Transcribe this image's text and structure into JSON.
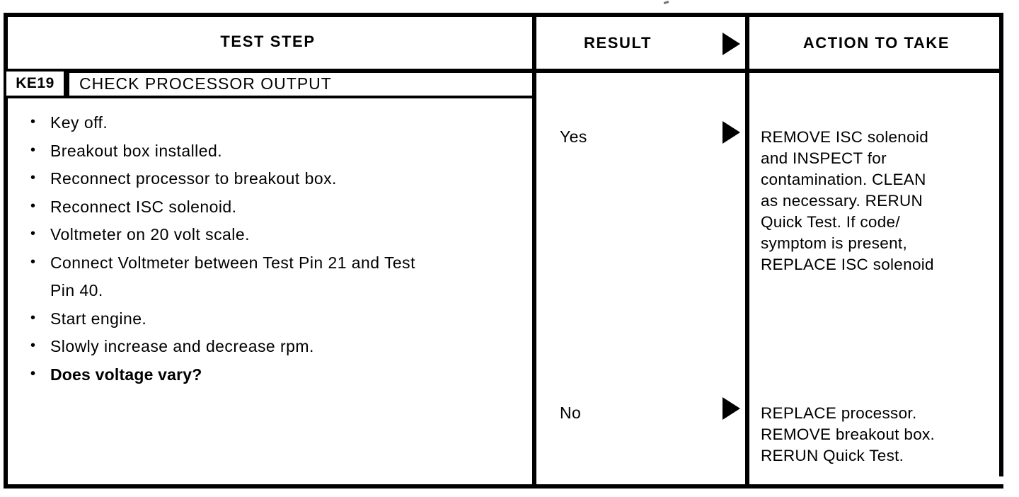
{
  "document": {
    "type": "diagnostic-test-step-table"
  },
  "headers": {
    "test_step": "TEST STEP",
    "result": "RESULT",
    "action_to_take": "ACTION TO TAKE",
    "result_arrow_icon": "right-triangle-arrow-icon"
  },
  "step": {
    "id": "KE19",
    "title": "CHECK PROCESSOR OUTPUT",
    "items": [
      {
        "text": "Key off.",
        "bold": false
      },
      {
        "text": "Breakout box installed.",
        "bold": false
      },
      {
        "text": "Reconnect processor to breakout box.",
        "bold": false
      },
      {
        "text": "Reconnect ISC solenoid.",
        "bold": false
      },
      {
        "text": "Voltmeter on 20 volt scale.",
        "bold": false
      },
      {
        "text": "Connect Voltmeter between Test Pin 21 and Test\nPin 40.",
        "bold": false
      },
      {
        "text": "Start engine.",
        "bold": false
      },
      {
        "text": "Slowly increase and decrease rpm.",
        "bold": false
      },
      {
        "text": "Does voltage vary?",
        "bold": true
      }
    ]
  },
  "branches": [
    {
      "result": "Yes",
      "arrow_icon": "right-triangle-arrow-icon",
      "action": "REMOVE ISC solenoid\nand INSPECT for\ncontamination. CLEAN\nas necessary. RERUN\nQuick Test. If code/\nsymptom is present,\nREPLACE ISC solenoid"
    },
    {
      "result": "No",
      "arrow_icon": "right-triangle-arrow-icon",
      "action": "REPLACE processor.\nREMOVE breakout box.\nRERUN Quick Test."
    }
  ],
  "colors": {
    "ink": "#000000",
    "paper": "#ffffff"
  }
}
